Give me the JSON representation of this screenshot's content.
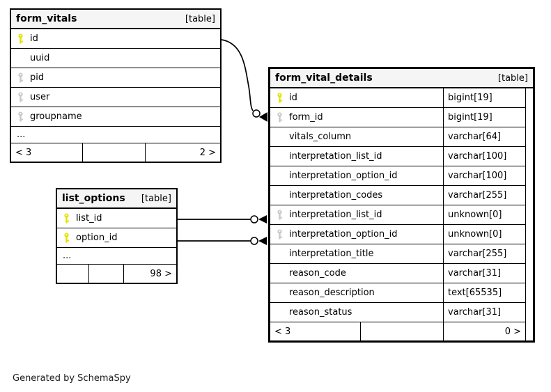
{
  "note": "Generated by SchemaSpy",
  "colors": {
    "primary_key": "#e2e200",
    "foreign_key": "#c8c8c8",
    "header_bg": "#f5f5f5",
    "border": "#000000"
  },
  "tables": [
    {
      "id": "form_vitals",
      "name": "form_vitals",
      "badge": "[table]",
      "columns": [
        {
          "name": "id",
          "key": "primary"
        },
        {
          "name": "uuid",
          "key": "none"
        },
        {
          "name": "pid",
          "key": "foreign"
        },
        {
          "name": "user",
          "key": "foreign"
        },
        {
          "name": "groupname",
          "key": "foreign"
        },
        {
          "name": "...",
          "ellipsis": true
        }
      ],
      "footer": {
        "left": "< 3",
        "center": "",
        "right": "2 >"
      }
    },
    {
      "id": "list_options",
      "name": "list_options",
      "badge": "[table]",
      "columns": [
        {
          "name": "list_id",
          "key": "primary"
        },
        {
          "name": "option_id",
          "key": "primary"
        },
        {
          "name": "...",
          "ellipsis": true
        }
      ],
      "footer": {
        "left": "",
        "center": "",
        "right": "98 >"
      }
    },
    {
      "id": "form_vital_details",
      "name": "form_vital_details",
      "badge": "[table]",
      "columns": [
        {
          "name": "id",
          "key": "primary",
          "type": "bigint[19]"
        },
        {
          "name": "form_id",
          "key": "foreign",
          "type": "bigint[19]"
        },
        {
          "name": "vitals_column",
          "key": "none",
          "type": "varchar[64]"
        },
        {
          "name": "interpretation_list_id",
          "key": "none",
          "type": "varchar[100]"
        },
        {
          "name": "interpretation_option_id",
          "key": "none",
          "type": "varchar[100]"
        },
        {
          "name": "interpretation_codes",
          "key": "none",
          "type": "varchar[255]"
        },
        {
          "name": "interpretation_list_id",
          "key": "foreign",
          "type": "unknown[0]"
        },
        {
          "name": "interpretation_option_id",
          "key": "foreign",
          "type": "unknown[0]"
        },
        {
          "name": "interpretation_title",
          "key": "none",
          "type": "varchar[255]"
        },
        {
          "name": "reason_code",
          "key": "none",
          "type": "varchar[31]"
        },
        {
          "name": "reason_description",
          "key": "none",
          "type": "text[65535]"
        },
        {
          "name": "reason_status",
          "key": "none",
          "type": "varchar[31]"
        }
      ],
      "footer": {
        "left": "< 3",
        "center": "",
        "right": "0 >"
      }
    }
  ],
  "relations": [
    {
      "from": "form_vitals.id",
      "to": "form_vital_details.form_id"
    },
    {
      "from": "list_options.list_id",
      "to": "form_vital_details.interpretation_list_id"
    },
    {
      "from": "list_options.option_id",
      "to": "form_vital_details.interpretation_option_id"
    }
  ]
}
